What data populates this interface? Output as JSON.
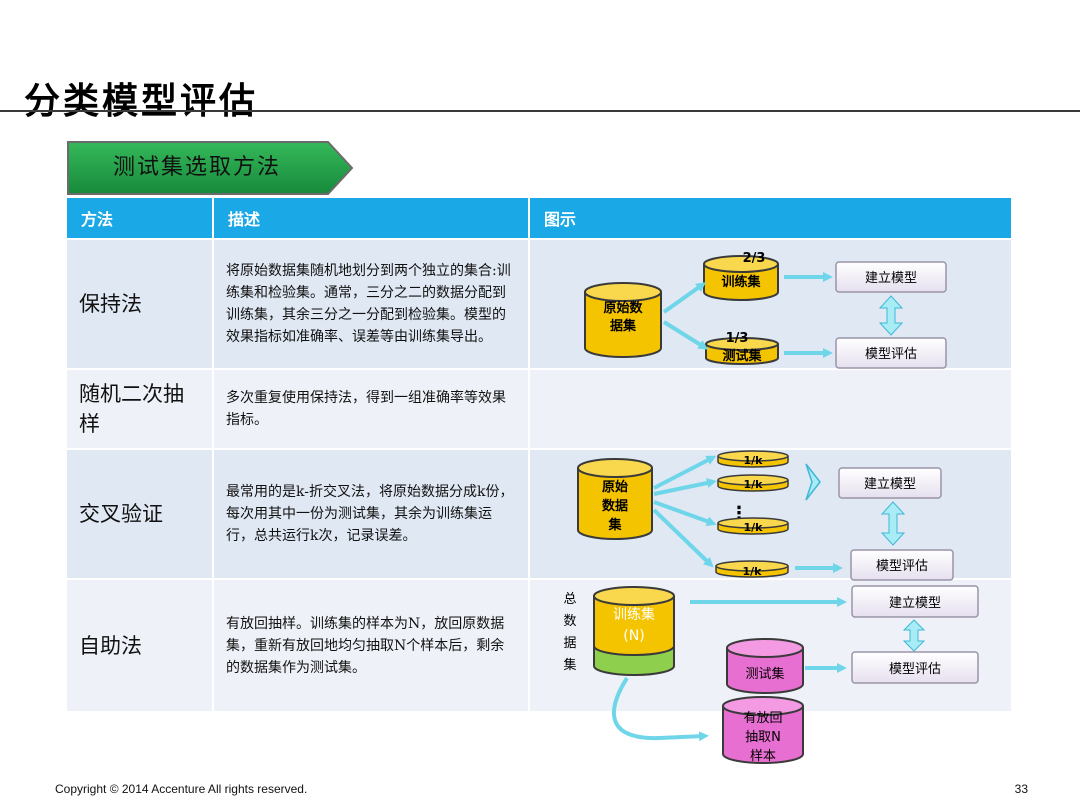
{
  "title": "分类模型评估",
  "section": "测试集选取方法",
  "table": {
    "headers": [
      "方法",
      "描述",
      "图示"
    ],
    "rows": [
      {
        "method": "保持法",
        "desc": "将原始数据集随机地划分到两个独立的集合:训练集和检验集。通常，三分之二的数据分配到训练集，其余三分之一分配到检验集。模型的效果指标如准确率、误差等由训练集导出。"
      },
      {
        "method": "随机二次抽样",
        "desc": "多次重复使用保持法，得到一组准确率等效果指标。"
      },
      {
        "method": "交叉验证",
        "desc": "最常用的是k-折交叉法，将原始数据分成k份，每次用其中一份为测试集，其余为训练集运行，总共运行k次，记录误差。"
      },
      {
        "method": "自助法",
        "desc": "有放回抽样。训练集的样本为N，放回原数据集，重新有放回地均匀抽取N个样本后，剩余的数据集作为测试集。"
      }
    ]
  },
  "diagram1": {
    "source": "原始数\n据集",
    "train_frac": "2/3",
    "train": "训练集",
    "test_frac": "1/3",
    "test": "测试集",
    "build": "建立模型",
    "eval": "模型评估"
  },
  "diagram3": {
    "source": "原始\n数据\n集",
    "fold": "1/k",
    "dots": "⋮",
    "build": "建立模型",
    "eval": "模型评估"
  },
  "diagram4": {
    "total": "总\n数\n据\n集",
    "train": "训练集",
    "train_n": "(N)",
    "test": "测试集",
    "resample": "有放回\n抽取N\n样本",
    "build": "建立模型",
    "eval": "模型评估"
  },
  "footer": {
    "copyright": "Copyright © 2014  Accenture  All rights reserved.",
    "page": "33"
  },
  "colors": {
    "header_blue": "#1aa8e6",
    "tag_green": "#1e9b45",
    "cyl_yellow": "#f5c400",
    "cyl_green": "#8fcf4e",
    "cyl_pink": "#e86fd2",
    "arrow_cyan": "#6fd6ea"
  }
}
